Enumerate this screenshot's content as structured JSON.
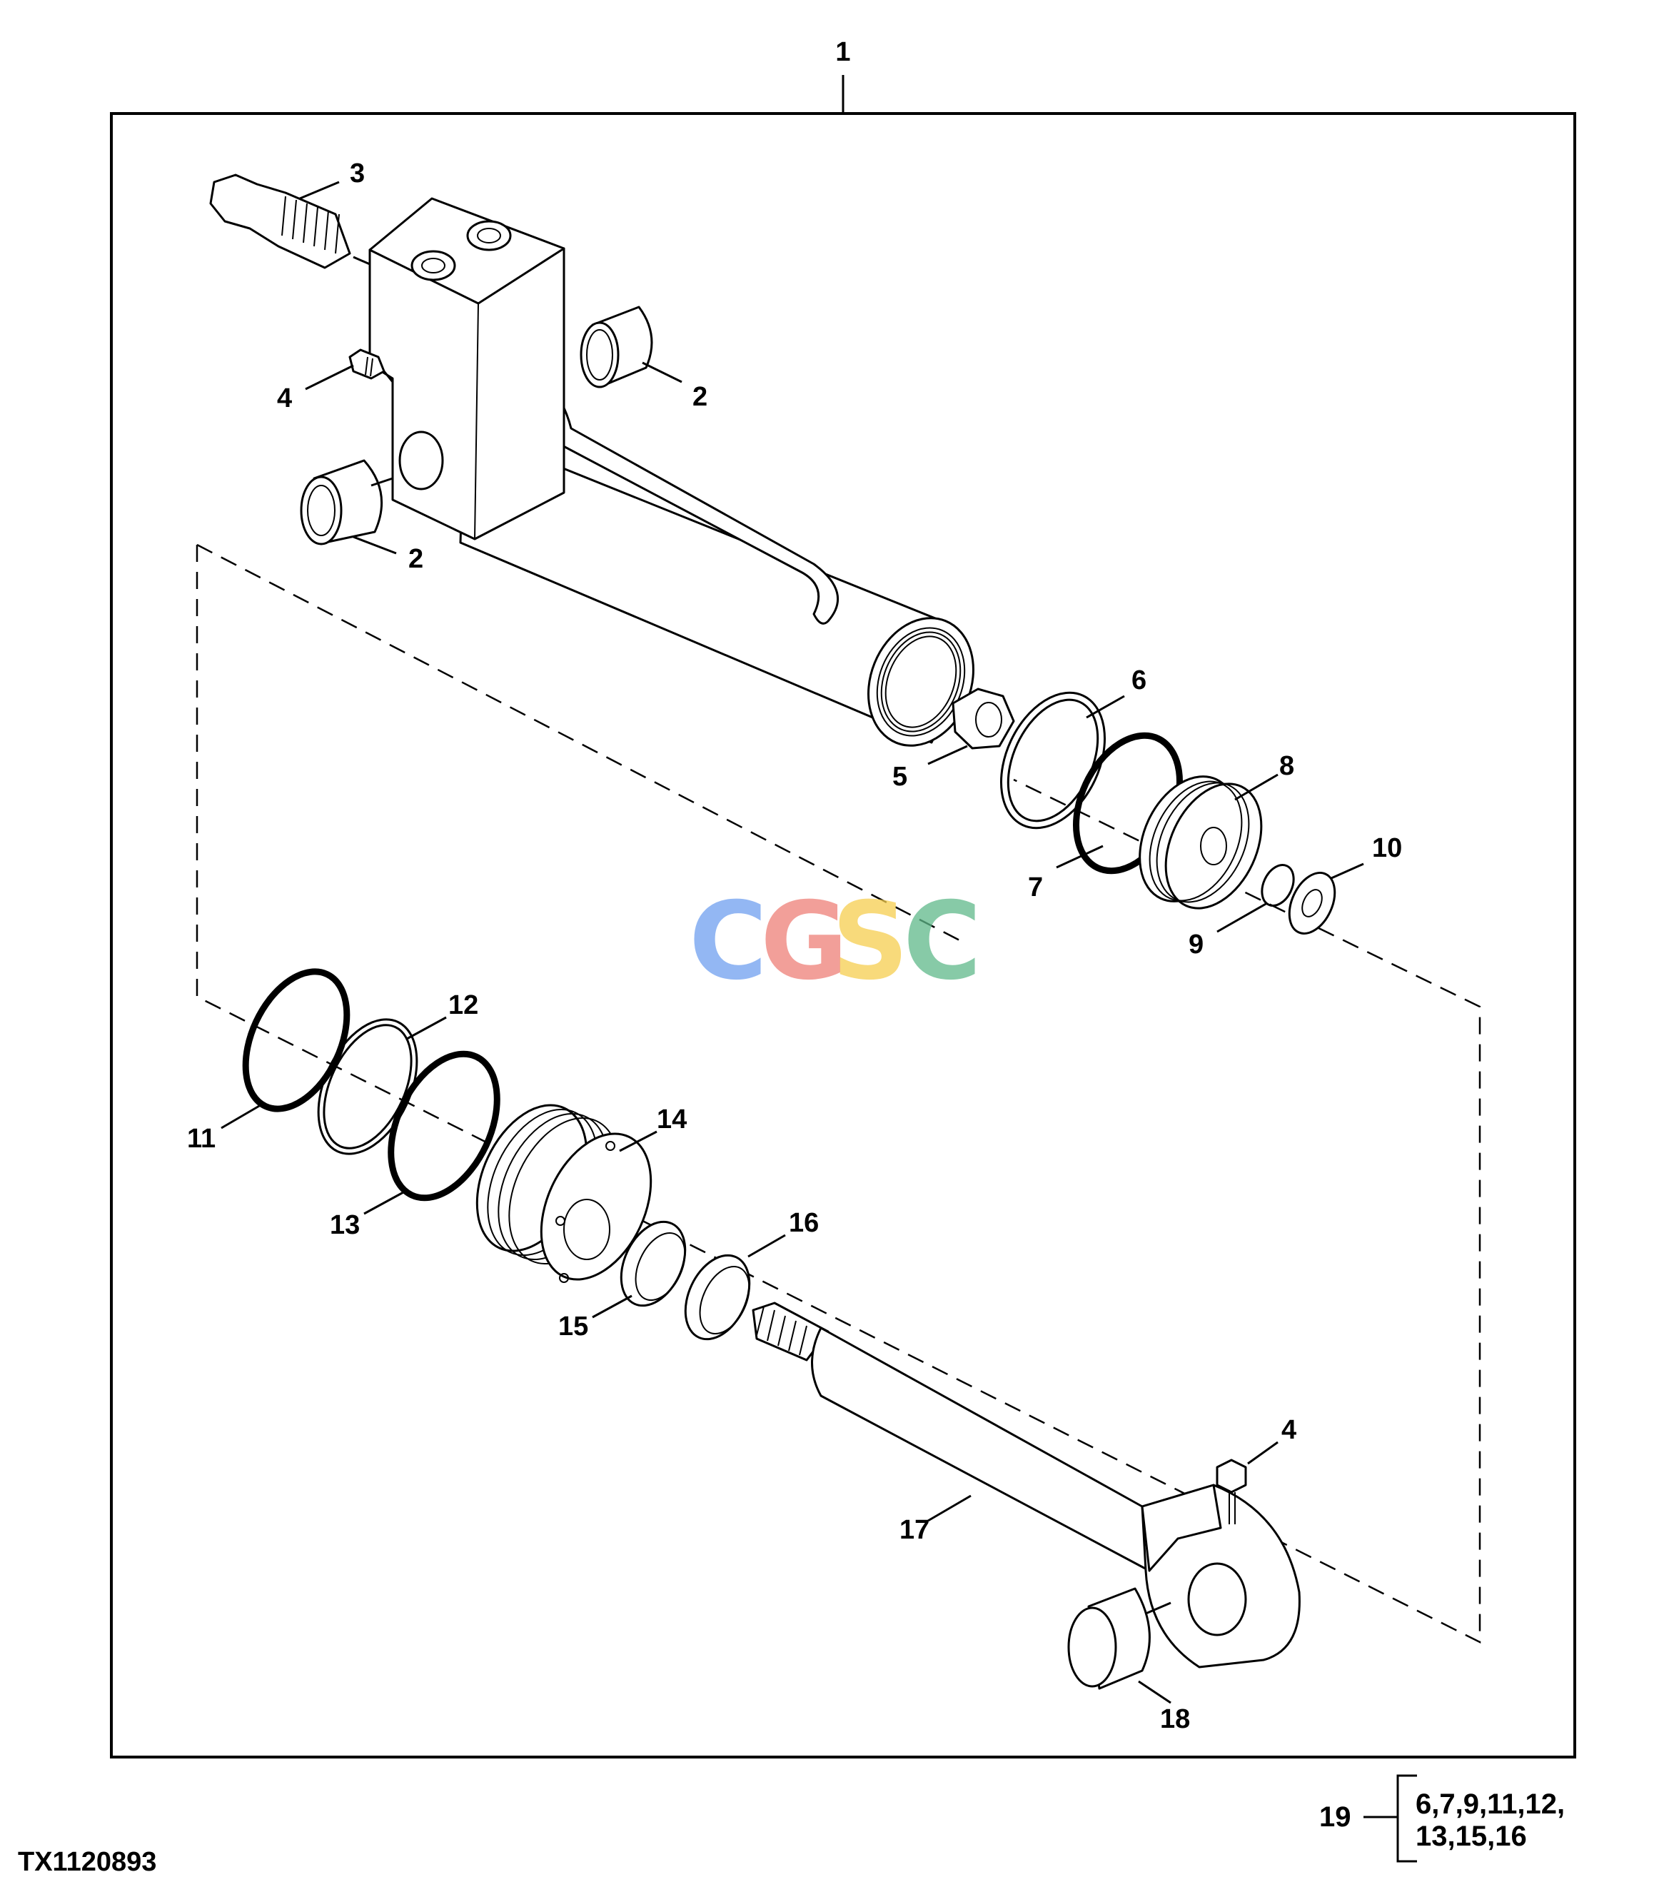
{
  "diagram": {
    "top_callout": "1",
    "callouts": {
      "c2a": "2",
      "c2b": "2",
      "c3": "3",
      "c4a": "4",
      "c4b": "4",
      "c5": "5",
      "c6": "6",
      "c7": "7",
      "c8": "8",
      "c9": "9",
      "c10": "10",
      "c11": "11",
      "c12": "12",
      "c13": "13",
      "c14": "14",
      "c15": "15",
      "c16": "16",
      "c17": "17",
      "c18": "18"
    },
    "kit": {
      "number": "19",
      "line1": "6,7,9,11,12,",
      "line2": "13,15,16"
    },
    "figure_id": "TX1120893",
    "watermark": {
      "letters": [
        "C",
        "G",
        "S",
        "C"
      ],
      "colors": [
        "#6fa0f0",
        "#ee7f78",
        "#f6ce4f",
        "#5fb98a"
      ]
    }
  }
}
